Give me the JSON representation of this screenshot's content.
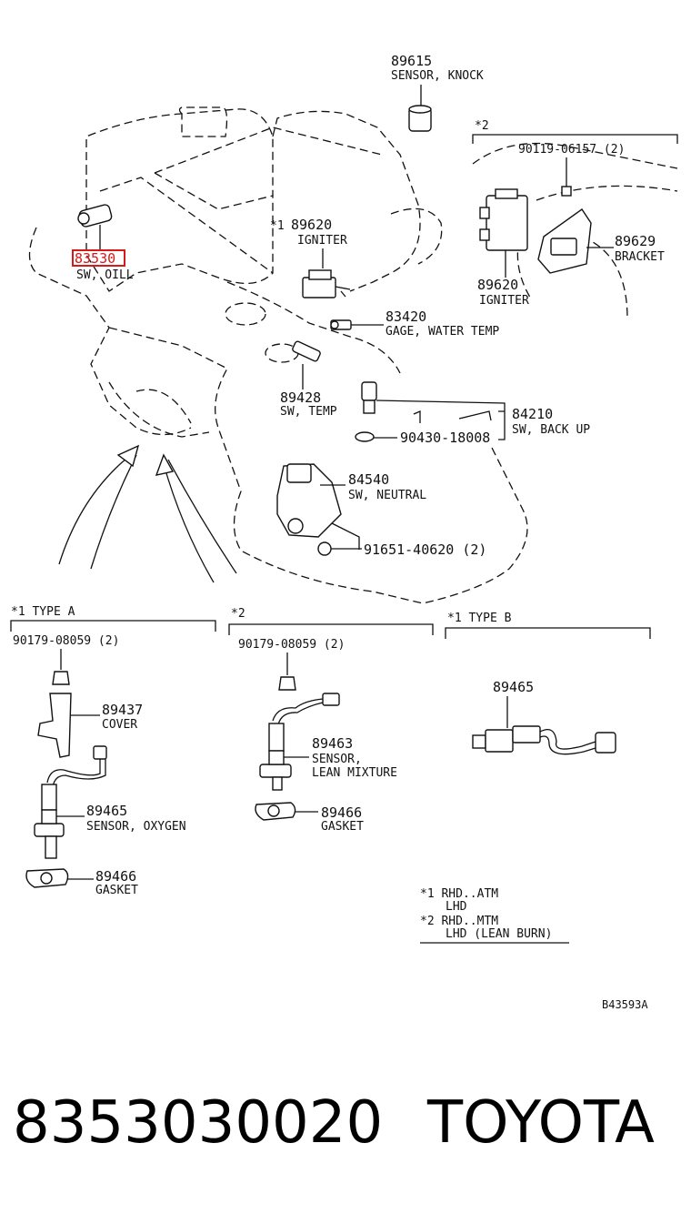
{
  "diagram": {
    "parts": [
      {
        "id": "p89615",
        "number": "89615",
        "name": "SENSOR, KNOCK"
      },
      {
        "id": "p83530",
        "number": "83530",
        "name": "SW, OILL",
        "highlighted": true
      },
      {
        "id": "p89620a",
        "number": "89620",
        "prefix": "*1",
        "name": "IGNITER"
      },
      {
        "id": "p89620b",
        "number": "89620",
        "name": "IGNITER"
      },
      {
        "id": "p89629",
        "number": "89629",
        "name": "BRACKET"
      },
      {
        "id": "p83420",
        "number": "83420",
        "name": "GAGE, WATER TEMP"
      },
      {
        "id": "p89428",
        "number": "89428",
        "name": "SW, TEMP"
      },
      {
        "id": "p84210",
        "number": "84210",
        "name": "SW, BACK UP"
      },
      {
        "id": "p84540",
        "number": "84540",
        "name": "SW, NEUTRAL"
      },
      {
        "id": "p89437",
        "number": "89437",
        "name": "COVER"
      },
      {
        "id": "p89465a",
        "number": "89465",
        "name": "SENSOR, OXYGEN"
      },
      {
        "id": "p89466a",
        "number": "89466",
        "name": "GASKET"
      },
      {
        "id": "p89463",
        "number": "89463",
        "name_line1": "SENSOR,",
        "name_line2": "LEAN MIXTURE"
      },
      {
        "id": "p89466b",
        "number": "89466",
        "name": "GASKET"
      },
      {
        "id": "p89465b",
        "number": "89465",
        "name": ""
      }
    ],
    "fasteners": {
      "f90119": "90119-06157 (2)",
      "f90430": "90430-18008",
      "f91651": "91651-40620 (2)",
      "f90179a": "90179-08059 (2)",
      "f90179b": "90179-08059 (2)"
    },
    "groups": {
      "star2_top": "*2",
      "type_a": "*1  TYPE  A",
      "star2_mid": "*2",
      "type_b": "*1  TYPE  B"
    },
    "legend": {
      "l1a": "*1  RHD..ATM",
      "l1b": "LHD",
      "l2a": "*2  RHD..MTM",
      "l2b": "LHD (LEAN BURN)"
    },
    "drawing_code": "B43593A",
    "highlight_color": "#d61a1a"
  },
  "footer": {
    "part_number": "8353030020",
    "brand": "TOYOTA"
  }
}
